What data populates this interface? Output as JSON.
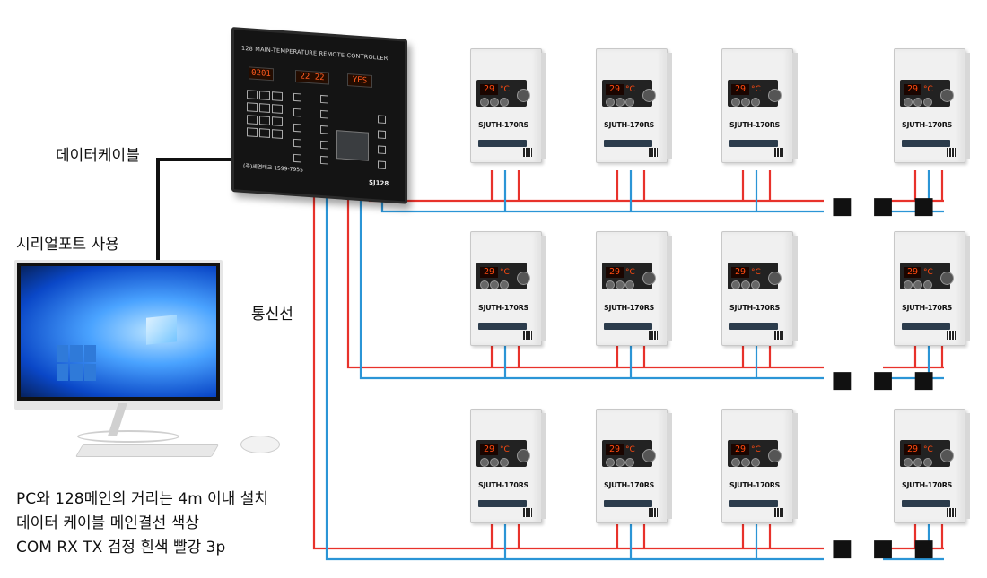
{
  "labels": {
    "data_cable": "데이터케이블",
    "serial_port": "시리얼포트 사용",
    "comm_line": "통신선",
    "notes": [
      "PC와 128메인의 거리는 4m 이내 설치",
      "데이터 케이블 메인결선 색상",
      "COM RX TX 검정 흰색 빨강 3p"
    ],
    "ellipsis": "■ ■ ■"
  },
  "main_controller": {
    "title": "128 MAIN-TEMPERATURE REMOTE CONTROLLER",
    "displays": [
      "0201",
      "22 22",
      "YES"
    ],
    "phone": "(주)세연테크  1599-7955",
    "model": "SJ128"
  },
  "unit": {
    "model": "SJUTH-170RS",
    "display": "29",
    "unit_symbol": "°C"
  },
  "colors": {
    "wire_red": "#e8322b",
    "wire_blue": "#2b95d6",
    "cable_black": "#111111"
  }
}
